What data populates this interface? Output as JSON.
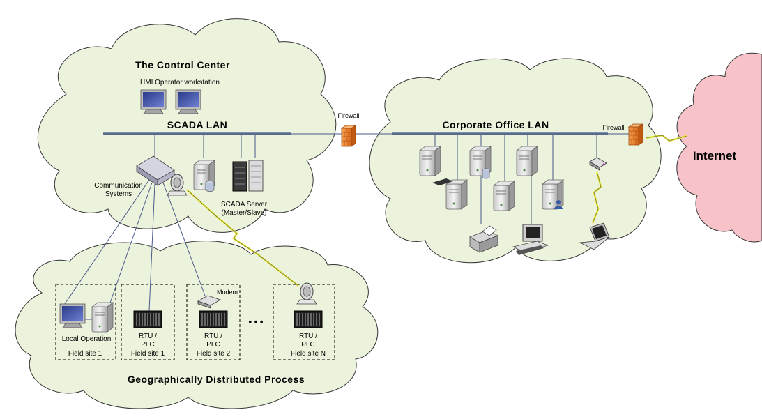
{
  "control_center": {
    "title": "The Control Center",
    "hmi_label": "HMI Operator workstation",
    "lan_label": "SCADA LAN",
    "comm_label_1": "Communication",
    "comm_label_2": "Systems",
    "server_label_1": "SCADA Server",
    "server_label_2": "(Master/Slave)"
  },
  "firewall_1": {
    "label": "Firewall"
  },
  "corporate": {
    "lan_label": "Corporate Office LAN",
    "firewall_label": "Firewall"
  },
  "internet": {
    "label": "Internet"
  },
  "field": {
    "title": "Geographically Distributed Process",
    "modem_label": "Modem",
    "ellipsis": "• • •",
    "sites": [
      {
        "line1": "Local Operation",
        "line2": "",
        "site": "Field site 1"
      },
      {
        "line1": "RTU /",
        "line2": "PLC",
        "site": "Field site 1"
      },
      {
        "line1": "RTU /",
        "line2": "PLC",
        "site": "Field site 2"
      },
      {
        "line1": "RTU /",
        "line2": "PLC",
        "site": "Field site N"
      }
    ]
  },
  "colors": {
    "cloud_fill": "#ecf3dc",
    "internet_fill": "#f7c3c9",
    "firewall": "#f08a30",
    "lightning": "#e8e82a"
  }
}
